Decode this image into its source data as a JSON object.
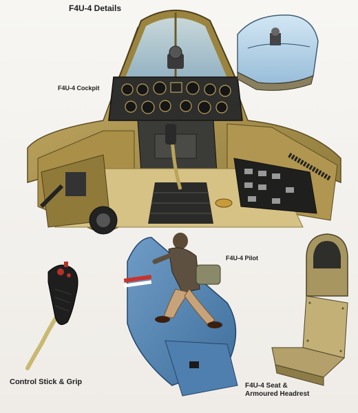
{
  "illustration": {
    "title": "F4U-4 Details",
    "labels": {
      "cockpit": "F4U-4 Cockpit",
      "pilot": "F4U-4 Pilot",
      "control_stick": "Control Stick & Grip",
      "seat_line1": "F4U-4 Seat &",
      "seat_line2": "Armoured Headrest"
    }
  },
  "colors": {
    "cockpit_interior": "#b49a4e",
    "cockpit_floor": "#d8c58a",
    "fuselage_blue": "#5b88b3",
    "canopy_glass": "#a9cde6",
    "flight_suit": "#c8a37a",
    "seat_olive": "#b3a06a"
  }
}
